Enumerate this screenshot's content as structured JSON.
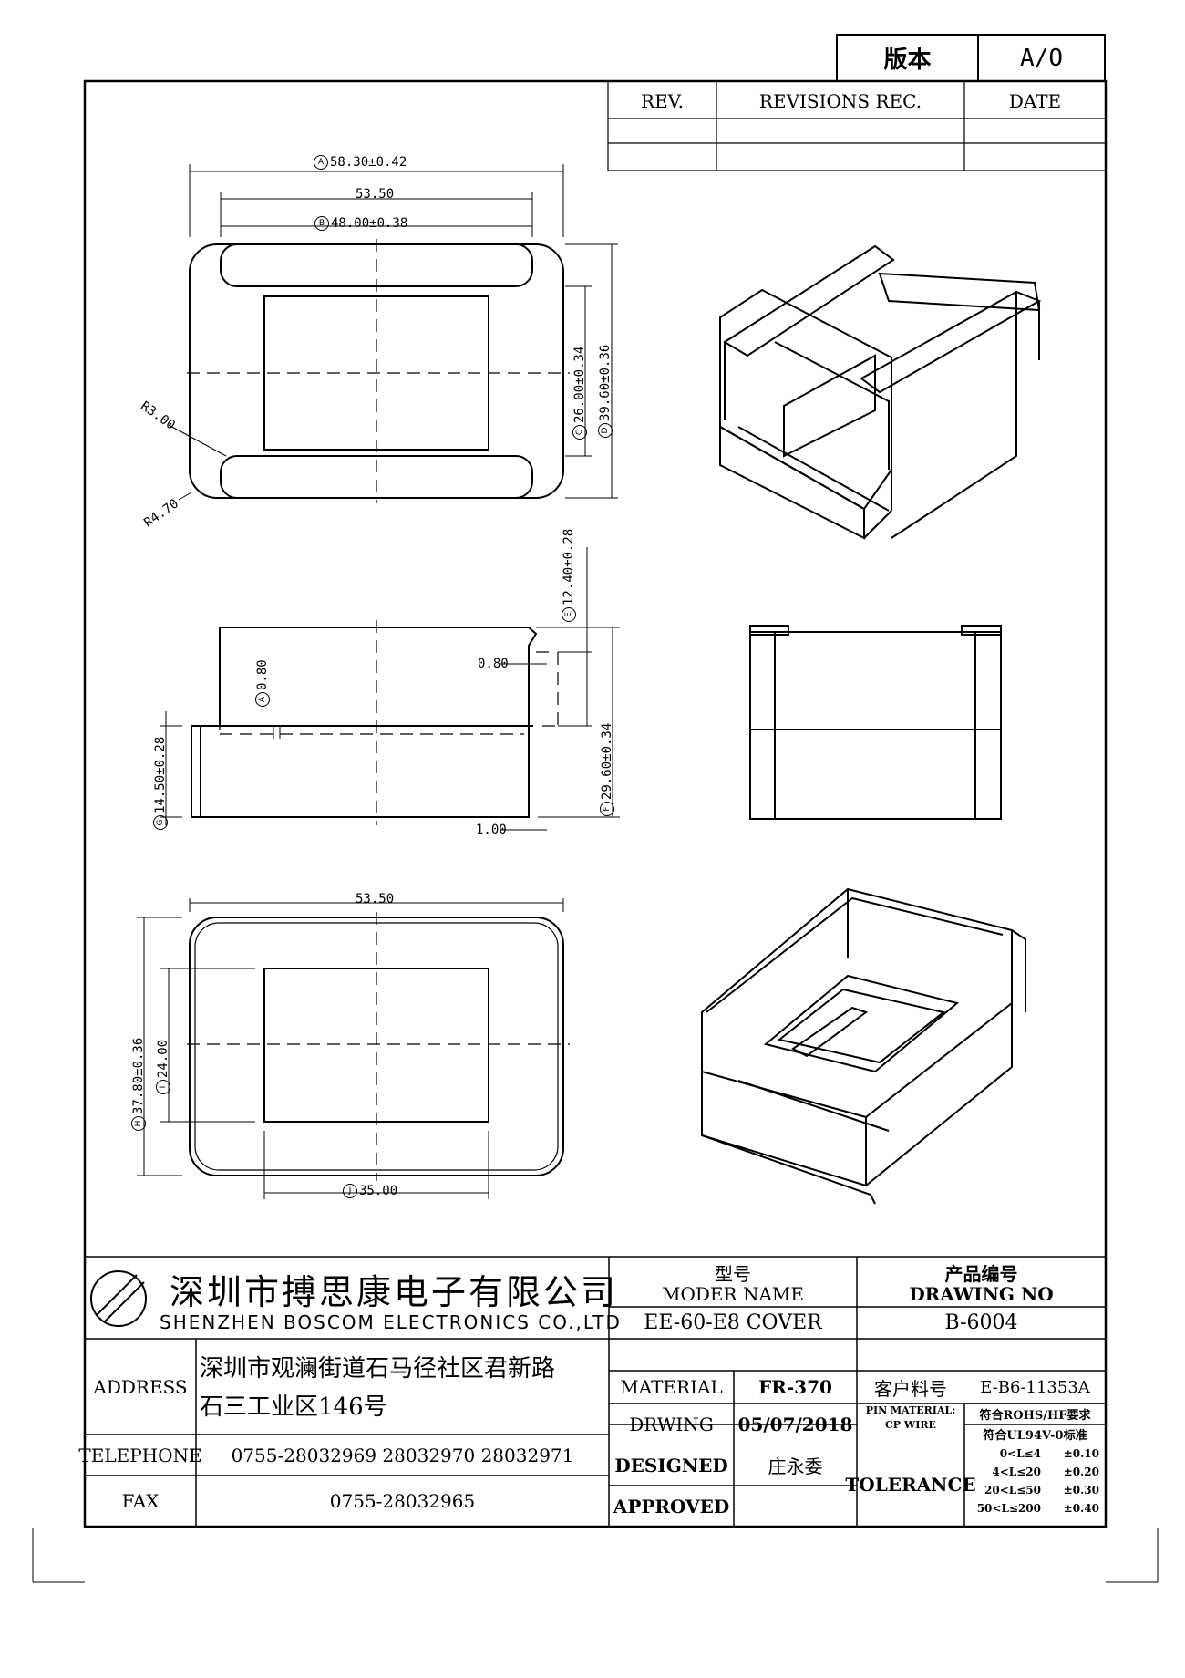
{
  "version": {
    "label": "版本",
    "value": "A/O"
  },
  "revisions": {
    "rev": "REV.",
    "rec": "REVISIONS REC.",
    "date": "DATE"
  },
  "dims": {
    "a": "58.30±0.42",
    "a_mark": "A",
    "width_inner": "53.50",
    "b": "48.00±0.38",
    "b_mark": "B",
    "c": "26.00±0.34",
    "c_mark": "C",
    "d": "39.60±0.36",
    "d_mark": "D",
    "r1": "R3.00",
    "r2": "R4.70",
    "e": "12.40±0.28",
    "e_mark": "E",
    "t1": "0.80",
    "a2": "0.80",
    "a2_mark": "A",
    "f": "29.60±0.34",
    "f_mark": "F",
    "g": "14.50±0.28",
    "g_mark": "G",
    "t2": "1.00",
    "bottom_w": "53.50",
    "h": "37.80±0.36",
    "h_mark": "H",
    "i": "24.00",
    "i_mark": "I",
    "j": "35.00",
    "j_mark": "J"
  },
  "company": {
    "cn": "深圳市搏思康电子有限公司",
    "en": "SHENZHEN BOSCOM ELECTRONICS CO.,LTD"
  },
  "model": {
    "label_cn": "型号",
    "label_en": "MODER NAME",
    "value": "EE-60-E8 COVER"
  },
  "drawing_no": {
    "label_cn": "产品编号",
    "label_en": "DRAWING NO",
    "value": "B-6004"
  },
  "address": {
    "label": "ADDRESS",
    "line1": "深圳市观澜街道石马径社区君新路",
    "line2": "石三工业区146号"
  },
  "telephone": {
    "label": "TELEPHONE",
    "value": "0755-28032969 28032970 28032971"
  },
  "fax": {
    "label": "FAX",
    "value": "0755-28032965"
  },
  "material": {
    "label": "MATERIAL",
    "value": "FR-370"
  },
  "customer_part": {
    "label": "客户料号",
    "value": "E-B6-11353A"
  },
  "drawing": {
    "label": "DRWING",
    "value": "05/07/2018"
  },
  "pin_material": {
    "label1": "PIN MATERIAL:",
    "label2": "CP WIRE",
    "req1": "符合ROHS/HF要求",
    "req2": "符合UL94V-0标准"
  },
  "designed": {
    "label": "DESIGNED",
    "value": "庄永委"
  },
  "approved": {
    "label": "APPROVED",
    "value": ""
  },
  "tolerance": {
    "label": "TOLERANCE",
    "rows": [
      {
        "range": "0<L≤4",
        "tol": "±0.10"
      },
      {
        "range": "4<L≤20",
        "tol": "±0.20"
      },
      {
        "range": "20<L≤50",
        "tol": "±0.30"
      },
      {
        "range": "50<L≤200",
        "tol": "±0.40"
      }
    ]
  }
}
